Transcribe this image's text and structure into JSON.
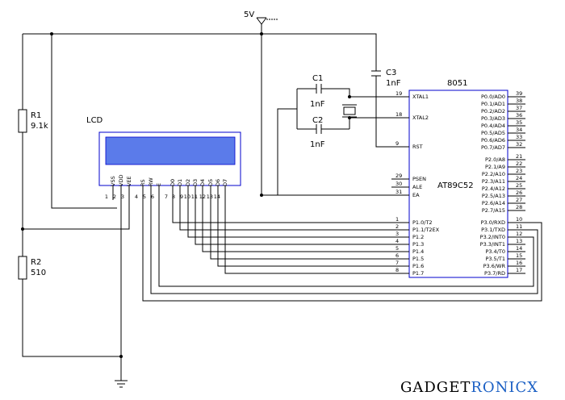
{
  "power": {
    "vcc_label": "5V"
  },
  "mcu": {
    "title": "8051",
    "part": "AT89C52",
    "left_pins": [
      {
        "num": "19",
        "name": "XTAL1"
      },
      {
        "num": "18",
        "name": "XTAL2"
      },
      {
        "num": "9",
        "name": "RST"
      },
      {
        "num": "29",
        "name": "PSEN"
      },
      {
        "num": "30",
        "name": "ALE"
      },
      {
        "num": "31",
        "name": "EA"
      },
      {
        "num": "1",
        "name": "P1.0/T2"
      },
      {
        "num": "2",
        "name": "P1.1/T2EX"
      },
      {
        "num": "3",
        "name": "P1.2"
      },
      {
        "num": "4",
        "name": "P1.3"
      },
      {
        "num": "5",
        "name": "P1.4"
      },
      {
        "num": "6",
        "name": "P1.5"
      },
      {
        "num": "7",
        "name": "P1.6"
      },
      {
        "num": "8",
        "name": "P1.7"
      }
    ],
    "right_pins": [
      {
        "num": "39",
        "name": "P0.0/AD0"
      },
      {
        "num": "38",
        "name": "P0.1/AD1"
      },
      {
        "num": "37",
        "name": "P0.2/AD2"
      },
      {
        "num": "36",
        "name": "P0.3/AD3"
      },
      {
        "num": "35",
        "name": "P0.4/AD4"
      },
      {
        "num": "34",
        "name": "P0.5/AD5"
      },
      {
        "num": "33",
        "name": "P0.6/AD6"
      },
      {
        "num": "32",
        "name": "P0.7/AD7"
      },
      {
        "num": "21",
        "name": "P2.0/A8"
      },
      {
        "num": "22",
        "name": "P2.1/A9"
      },
      {
        "num": "23",
        "name": "P2.2/A10"
      },
      {
        "num": "24",
        "name": "P2.3/A11"
      },
      {
        "num": "25",
        "name": "P2.4/A12"
      },
      {
        "num": "26",
        "name": "P2.5/A13"
      },
      {
        "num": "27",
        "name": "P2.6/A14"
      },
      {
        "num": "28",
        "name": "P2.7/A15"
      },
      {
        "num": "10",
        "name": "P3.0/RXD"
      },
      {
        "num": "11",
        "name": "P3.1/TXD"
      },
      {
        "num": "12",
        "name": "P3.2/INT0"
      },
      {
        "num": "13",
        "name": "P3.3/INT1"
      },
      {
        "num": "14",
        "name": "P3.4/T0"
      },
      {
        "num": "15",
        "name": "P3.5/T1"
      },
      {
        "num": "16",
        "name": "P3.6/WR"
      },
      {
        "num": "17",
        "name": "P3.7/RD"
      }
    ]
  },
  "lcd": {
    "title": "LCD",
    "pins": [
      {
        "num": "1",
        "name": "VSS"
      },
      {
        "num": "2",
        "name": "VDD"
      },
      {
        "num": "3",
        "name": "VEE"
      },
      {
        "num": "4",
        "name": "RS"
      },
      {
        "num": "5",
        "name": "RW"
      },
      {
        "num": "6",
        "name": "E"
      },
      {
        "num": "7",
        "name": "D0"
      },
      {
        "num": "8",
        "name": "D1"
      },
      {
        "num": "9",
        "name": "D2"
      },
      {
        "num": "10",
        "name": "D3"
      },
      {
        "num": "11",
        "name": "D4"
      },
      {
        "num": "12",
        "name": "D5"
      },
      {
        "num": "13",
        "name": "D6"
      },
      {
        "num": "14",
        "name": "D7"
      }
    ]
  },
  "components": {
    "r1": {
      "ref": "R1",
      "value": "9.1k"
    },
    "r2": {
      "ref": "R2",
      "value": "510"
    },
    "c1": {
      "ref": "C1",
      "value": "1nF"
    },
    "c2": {
      "ref": "C2",
      "value": "1nF"
    },
    "c3": {
      "ref": "C3",
      "value": "1nF"
    }
  },
  "brand": {
    "part1": "GADGET",
    "part2": "RONICX",
    "color1": "#000000",
    "color2": "#1a5fc4"
  },
  "colors": {
    "outline": "#0000cc",
    "lcd_screen": "#5b7bea",
    "wire": "#000000"
  }
}
